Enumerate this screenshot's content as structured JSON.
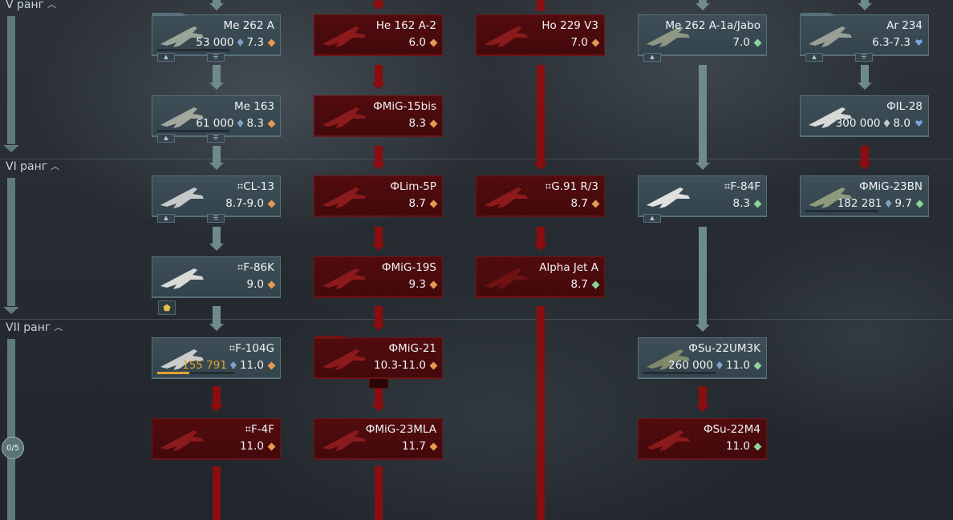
{
  "ranks": [
    {
      "label": "V ранг"
    },
    {
      "label": "VI ранг"
    },
    {
      "label": "VII ранг"
    }
  ],
  "rank_progress": "0/5",
  "colors": {
    "researched": "#3e4f58",
    "locked": "#5a0d10",
    "line_green": "#6f8a8c",
    "line_red": "#8a0d0f",
    "rp_gold": "#e3a22e",
    "mode_orange": "#e49a52",
    "mode_green": "#8ed39a",
    "mode_blue": "#7aa6e6"
  },
  "vehicles": {
    "me262a": {
      "name": "Me 262 A",
      "rp": "53 000",
      "br": "7.3",
      "mode": "orange-diamond-icon"
    },
    "he162": {
      "name": "He 162 A-2",
      "br": "6.0",
      "mode": "orange-diamond-icon"
    },
    "ho229": {
      "name": "Ho 229 V3",
      "br": "7.0",
      "mode": "orange-diamond-icon"
    },
    "me262jabo": {
      "name": "Me 262 A-1a/Jabo",
      "br": "7.0",
      "mode": "green-diamond-icon"
    },
    "ar234": {
      "name": "Ar 234",
      "br": "6.3-7.3",
      "mode": "blue-heart-icon"
    },
    "me163": {
      "name": "Me 163",
      "rp": "61 000",
      "br": "8.3",
      "mode": "orange-diamond-icon"
    },
    "mig15bis": {
      "name": "ФMiG-15bis",
      "br": "8.3",
      "mode": "orange-diamond-icon"
    },
    "il28": {
      "name": "ФIL-28",
      "rp": "300 000",
      "br": "8.0",
      "mode": "blue-heart-icon"
    },
    "cl13": {
      "name": "⌗CL-13",
      "br": "8.7-9.0",
      "mode": "orange-diamond-icon"
    },
    "lim5p": {
      "name": "ФLim-5P",
      "br": "8.7",
      "mode": "orange-diamond-icon"
    },
    "g91": {
      "name": "⌗G.91 R/3",
      "br": "8.7",
      "mode": "orange-diamond-icon"
    },
    "f84f": {
      "name": "⌗F-84F",
      "br": "8.3",
      "mode": "green-diamond-icon"
    },
    "mig23bn": {
      "name": "ФMiG-23BN",
      "rp": "182 281",
      "br": "9.7",
      "mode": "green-diamond-icon"
    },
    "f86k": {
      "name": "⌗F-86K",
      "br": "9.0",
      "mode": "orange-diamond-icon"
    },
    "mig19s": {
      "name": "ФMiG-19S",
      "br": "9.3",
      "mode": "orange-diamond-icon"
    },
    "alphajet": {
      "name": "Alpha Jet A",
      "br": "8.7",
      "mode": "green-diamond-icon"
    },
    "f104g": {
      "name": "⌗F-104G",
      "rp": "155 791",
      "br": "11.0",
      "mode": "orange-diamond-icon",
      "progress": 0.42
    },
    "mig21": {
      "name": "ФMiG-21",
      "br": "10.3-11.0",
      "mode": "orange-diamond-icon"
    },
    "su22um3k": {
      "name": "ФSu-22UM3K",
      "rp": "260 000",
      "br": "11.0",
      "mode": "green-diamond-icon"
    },
    "f4f": {
      "name": "⌗F-4F",
      "br": "11.0",
      "mode": "orange-diamond-icon"
    },
    "mig23mla": {
      "name": "ФMiG-23MLA",
      "br": "11.7",
      "mode": "orange-diamond-icon"
    },
    "su22m4": {
      "name": "ФSu-22M4",
      "br": "11.0",
      "mode": "green-diamond-icon"
    }
  }
}
